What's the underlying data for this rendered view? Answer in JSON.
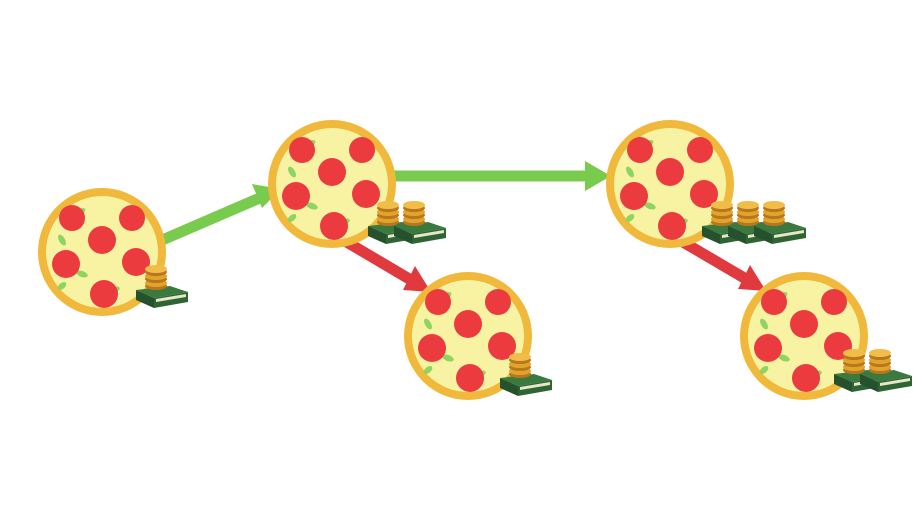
{
  "colors": {
    "background": "#ffffff",
    "crust": "#f0b93b",
    "cheese": "#f7f3a3",
    "pepperoni": "#ec3b3f",
    "herb": "#8ed462",
    "arrow_green": "#79cb4e",
    "arrow_red": "#e03a3e",
    "bill": "#25512c",
    "bill_light": "#3a7a3f",
    "bill_band": "#e8e6c8",
    "coin": "#e2a32b",
    "coin_edge": "#b7771e"
  },
  "icons": {
    "pizza": "pizza-icon",
    "cash": "cash-stack-icon",
    "coins": "coin-stack-icon"
  },
  "nodes": [
    {
      "id": "pizza-1",
      "cash_stacks": 1
    },
    {
      "id": "pizza-2",
      "cash_stacks": 2
    },
    {
      "id": "pizza-3",
      "cash_stacks": 1
    },
    {
      "id": "pizza-4",
      "cash_stacks": 3
    },
    {
      "id": "pizza-5",
      "cash_stacks": 2
    }
  ],
  "edges": [
    {
      "from": "pizza-1",
      "to": "pizza-2",
      "color": "green"
    },
    {
      "from": "pizza-2",
      "to": "pizza-4",
      "color": "green"
    },
    {
      "from": "pizza-2",
      "to": "pizza-3",
      "color": "red"
    },
    {
      "from": "pizza-4",
      "to": "pizza-5",
      "color": "red"
    }
  ]
}
